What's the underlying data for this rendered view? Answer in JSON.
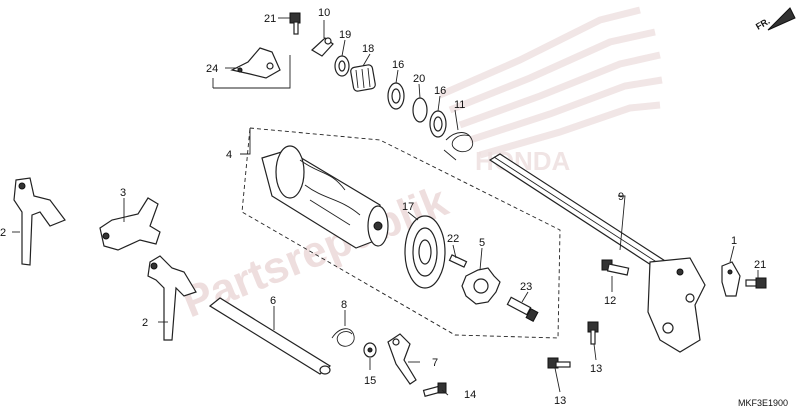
{
  "orientation_mark": "FR.",
  "diagram_code": "MKF3E1900",
  "watermark": "Partsrepublik",
  "callouts": {
    "c21a": "21",
    "c10": "10",
    "c19": "19",
    "c18": "18",
    "c24": "24",
    "c16a": "16",
    "c20": "20",
    "c16b": "16",
    "c11": "11",
    "c4": "4",
    "c9": "9",
    "c2a": "2",
    "c3": "3",
    "c17": "17",
    "c22": "22",
    "c5": "5",
    "c23": "23",
    "c1": "1",
    "c21b": "21",
    "c12": "12",
    "c2b": "2",
    "c6": "6",
    "c8": "8",
    "c7": "7",
    "c15": "15",
    "c14": "14",
    "c13a": "13",
    "c13b": "13"
  },
  "colors": {
    "ink": "#222222",
    "watermark": "#e3c9c9",
    "wing": "#eddede"
  }
}
